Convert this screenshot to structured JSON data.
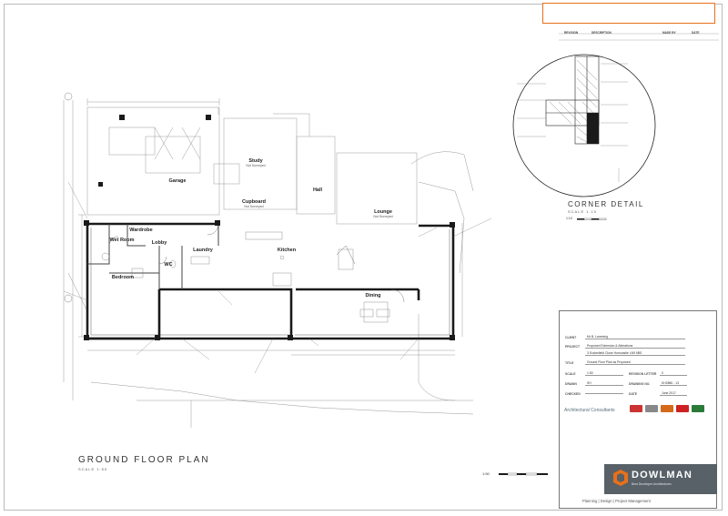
{
  "drawing": {
    "title": "GROUND FLOOR PLAN",
    "scale": "SCALE 1:50"
  },
  "rooms": [
    {
      "key": "study",
      "name": "Study",
      "sub": "Not Surveyed"
    },
    {
      "key": "garage",
      "name": "Garage",
      "sub": ""
    },
    {
      "key": "hall",
      "name": "Hall",
      "sub": ""
    },
    {
      "key": "lounge",
      "name": "Lounge",
      "sub": "Not Surveyed"
    },
    {
      "key": "cupboard",
      "name": "Cupboard",
      "sub": "Not Surveyed"
    },
    {
      "key": "wardrobe",
      "name": "Wardrobe",
      "sub": ""
    },
    {
      "key": "wetroom",
      "name": "Wet Room",
      "sub": ""
    },
    {
      "key": "lobby",
      "name": "Lobby",
      "sub": ""
    },
    {
      "key": "laundry",
      "name": "Laundry",
      "sub": ""
    },
    {
      "key": "kitchen",
      "name": "Kitchen",
      "sub": ""
    },
    {
      "key": "wc",
      "name": "WC",
      "sub": ""
    },
    {
      "key": "bedroom",
      "name": "Bedroom",
      "sub": ""
    },
    {
      "key": "dining",
      "name": "Dining",
      "sub": ""
    }
  ],
  "corner_detail": {
    "title": "CORNER DETAIL",
    "scale": "SCALE 1:10",
    "bar_scale": "1:10"
  },
  "bar_scale": {
    "label": "1:50"
  },
  "header": {
    "columns": [
      "REVISION",
      "DESCRIPTION",
      "MADE BY",
      "DATE"
    ]
  },
  "title_block": {
    "rows": [
      {
        "label": "CLIENT",
        "value": "Mr B. Lamming"
      },
      {
        "label": "PROJECT",
        "value": "Proposed Extension & Alterations"
      },
      {
        "label": "",
        "value": "3 Ecclesfield Close Horncastle LN9 6BS"
      },
      {
        "label": "TITLE",
        "value": "Ground Floor Plan as Proposed"
      },
      {
        "label": "SCALE",
        "value": "1:50"
      },
      {
        "label": "REVISION LETTER",
        "value": "0"
      },
      {
        "label": "DRAWN",
        "value": "SH"
      },
      {
        "label": "DRAWING NO.",
        "value": "KH2880 - 13"
      },
      {
        "label": "CHECKED",
        "value": ""
      },
      {
        "label": "DATE",
        "value": "June 2017"
      }
    ],
    "consultants": "Architectural Consultants",
    "company": "DOWLMAN",
    "company_sub": "Best Developer Architectures",
    "services": "Planning | Design | Project Management"
  },
  "colors": {
    "brand_panel": "#576167",
    "warning_border": "#e8701a",
    "wall_fill": "#1a1a1a"
  },
  "icons": [
    "north-arrow-icon",
    "corner-detail-circle",
    "logo-mark-icon"
  ]
}
